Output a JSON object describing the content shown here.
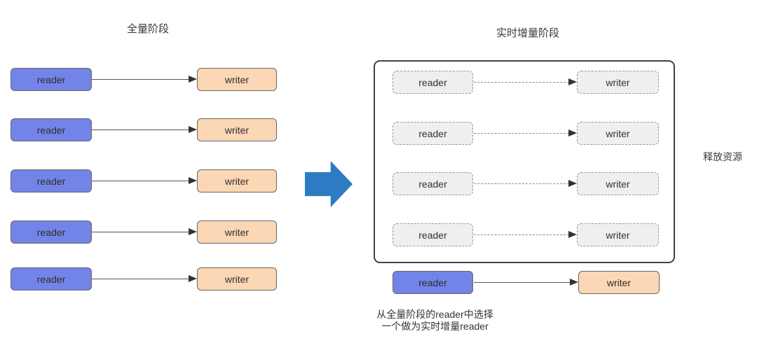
{
  "colors": {
    "reader_fill": "#7384E8",
    "writer_fill": "#FCD7B5",
    "node_border": "#666666",
    "ghost_fill": "#EFEFEF",
    "ghost_border": "#9A9A9A",
    "container_border": "#3A434D",
    "big_arrow": "#2E7BC4",
    "line": "#555555",
    "arrowhead": "#333333",
    "text": "#3A3A3A"
  },
  "full_phase": {
    "title": "全量阶段",
    "rows": [
      {
        "reader": "reader",
        "writer": "writer"
      },
      {
        "reader": "reader",
        "writer": "writer"
      },
      {
        "reader": "reader",
        "writer": "writer"
      },
      {
        "reader": "reader",
        "writer": "writer"
      },
      {
        "reader": "reader",
        "writer": "writer"
      }
    ]
  },
  "incremental_phase": {
    "title": "实时增量阶段",
    "ghost_rows": [
      {
        "reader": "reader",
        "writer": "writer"
      },
      {
        "reader": "reader",
        "writer": "writer"
      },
      {
        "reader": "reader",
        "writer": "writer"
      },
      {
        "reader": "reader",
        "writer": "writer"
      }
    ],
    "active_row": {
      "reader": "reader",
      "writer": "writer"
    },
    "caption_line1": "从全量阶段的reader中选择",
    "caption_line2": "一个做为实时增量reader",
    "release_label": "释放资源"
  }
}
